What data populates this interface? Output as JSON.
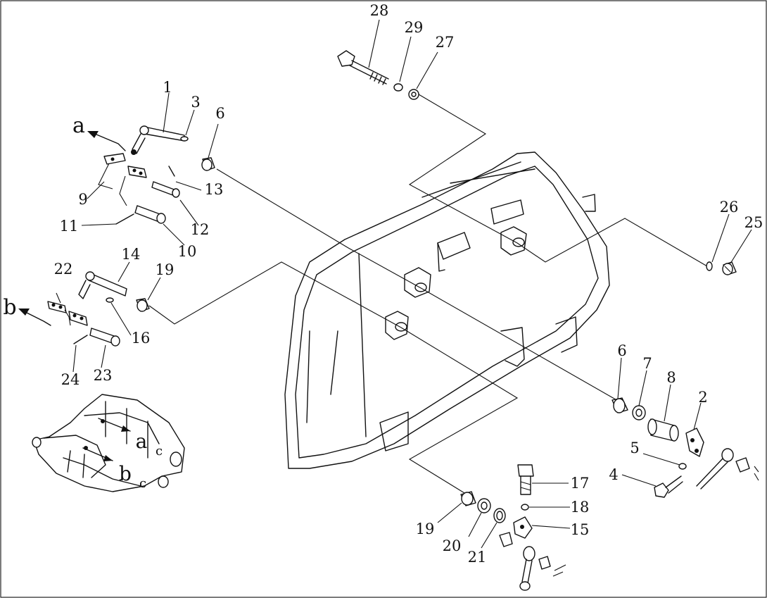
{
  "diagram": {
    "part_numbers": [
      "1",
      "2",
      "3",
      "4",
      "5",
      "6",
      "6",
      "7",
      "8",
      "9",
      "10",
      "11",
      "12",
      "13",
      "14",
      "15",
      "16",
      "17",
      "18",
      "19",
      "19",
      "20",
      "21",
      "22",
      "23",
      "24",
      "25",
      "26",
      "27",
      "28",
      "29"
    ],
    "view_letters": [
      "a",
      "b",
      "a",
      "b"
    ],
    "inset_suffix": [
      "c",
      "c"
    ]
  }
}
